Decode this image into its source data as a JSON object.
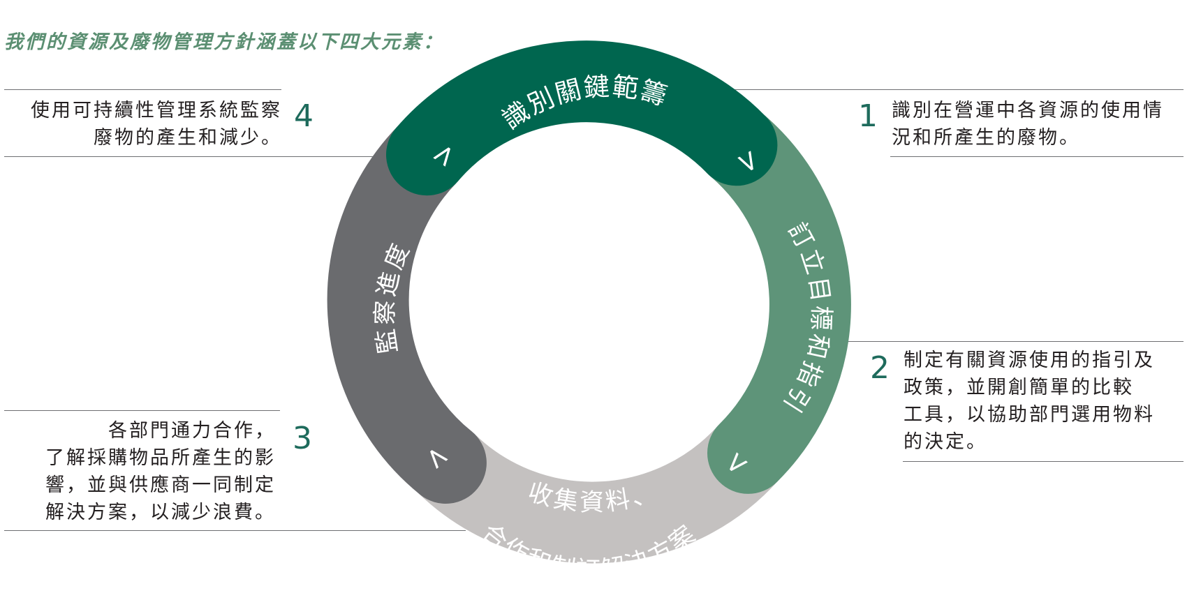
{
  "headline": "我們的資源及廢物管理方針涵蓋以下四大元素：",
  "colors": {
    "headline": "#5b8f72",
    "number": "#1e6b5c",
    "stage1": "#00664f",
    "stage2": "#5e9479",
    "stage3": "#c4c1c0",
    "stage4": "#6a6b6e",
    "rule": "#6d6e71"
  },
  "steps": [
    {
      "number": "1",
      "lines": [
        "識別在營運中各資源的使用情",
        "況和所產生的廢物。"
      ]
    },
    {
      "number": "2",
      "lines": [
        "制定有關資源使用的指引及",
        "政策，並開創簡單的比較",
        "工具，以協助部門選用物料",
        "的決定。"
      ]
    },
    {
      "number": "3",
      "lines": [
        "各部門通力合作，",
        "了解採購物品所產生的影",
        "響，並與供應商一同制定",
        "解決方案，以減少浪費。"
      ]
    },
    {
      "number": "4",
      "lines": [
        "使用可持續性管理系統監察",
        "廢物的產生和減少。"
      ]
    }
  ],
  "cycle": {
    "stages": [
      {
        "label": "識別關鍵範籌",
        "arrow": ">"
      },
      {
        "label": "訂立目標和指引",
        "arrow": ">"
      },
      {
        "label": "收集資料、",
        "label2": "合作和制訂解決方案",
        "arrow": ">"
      },
      {
        "label": "監察進度",
        "arrow": ">"
      }
    ]
  }
}
